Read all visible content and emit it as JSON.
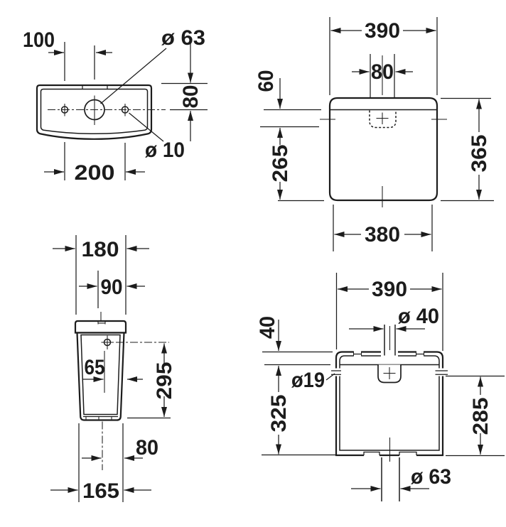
{
  "colors": {
    "ink": "#1c1c1c",
    "paper": "#ffffff"
  },
  "views": {
    "plan": {
      "d100": "100",
      "dia63": "ø 63",
      "d80": "80",
      "dia10": "ø 10",
      "d200": "200"
    },
    "front": {
      "d390": "390",
      "d80": "80",
      "d60": "60",
      "d265": "265",
      "d365": "365",
      "d380": "380"
    },
    "side": {
      "d180": "180",
      "d90": "90",
      "d65": "65",
      "d295": "295",
      "d80": "80",
      "d165": "165"
    },
    "rear": {
      "d390": "390",
      "dia40": "ø 40",
      "d40": "40",
      "dia19": "ø19",
      "d325": "325",
      "d285": "285",
      "dia63": "ø 63"
    }
  }
}
